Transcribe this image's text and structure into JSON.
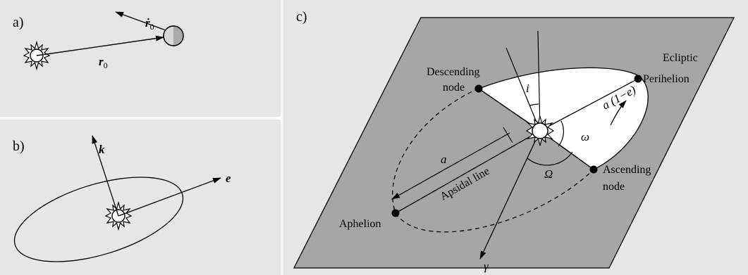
{
  "panels": {
    "a": {
      "label": "a)",
      "velocity_symbol": "ṙ",
      "velocity_subscript": "0",
      "position_symbol": "r",
      "position_subscript": "0"
    },
    "b": {
      "label": "b)",
      "k_symbol": "k",
      "e_symbol": "e"
    },
    "c": {
      "label": "c)",
      "ecliptic": "Ecliptic",
      "descending_node": [
        "Descending",
        "node"
      ],
      "perihelion": "Perihelion",
      "ascending_node": [
        "Ascending",
        "node"
      ],
      "aphelion": "Aphelion",
      "inclination": "i",
      "semi_major": "a",
      "perihelion_distance": "a (1−e)",
      "arg_perihelion": "ω",
      "node_longitude": "Ω",
      "apsidal_line": "Apsidal line",
      "vernal_equinox": "γ"
    }
  }
}
